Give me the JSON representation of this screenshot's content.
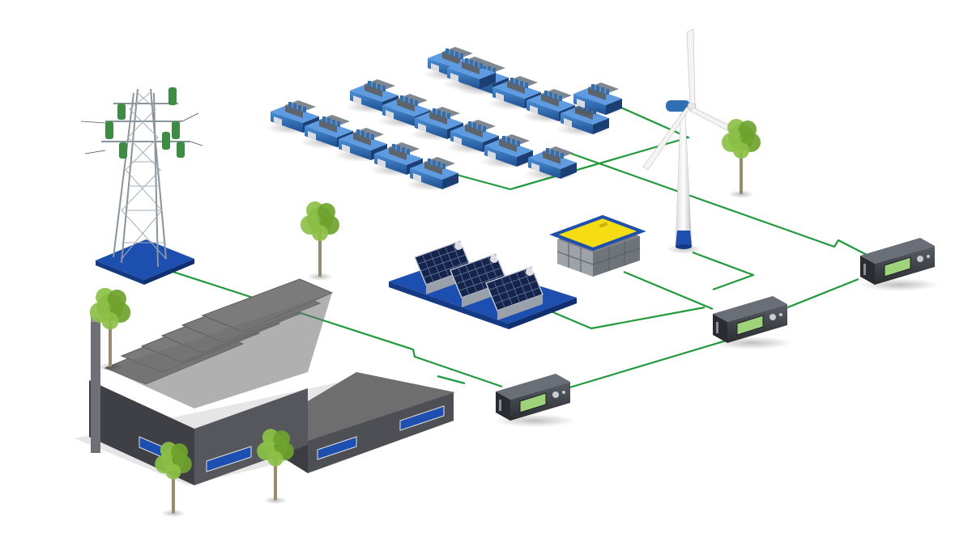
{
  "scene": {
    "kind": "isometric-microgrid-illustration",
    "background": "#ffffff"
  },
  "colors": {
    "connection_line": "#1f9a3a",
    "tile_blue": "#1d4fb0",
    "gen_blue": "#2f6fb6",
    "gen_dark": "#1b3f73",
    "controller_dark": "#3a3d44",
    "display_green": "#9fd37a",
    "factory_roof": "#7b7b7b",
    "factory_wall": "#4d4f55",
    "battery_top": "#f6dc12",
    "solar_cell": "#15244a",
    "tree_leaf": "#7fb23a",
    "trunk": "#9a8a70"
  },
  "components": {
    "transmission_tower": {
      "icon": "transmission-tower-icon"
    },
    "generator_array": {
      "icon": "engine-generator-icon",
      "count": 18
    },
    "wind_turbine": {
      "icon": "wind-turbine-icon"
    },
    "solar_array": {
      "icon": "solar-panel-icon",
      "panels": 3
    },
    "battery_storage": {
      "icon": "battery-icon"
    },
    "factory": {
      "icon": "factory-icon"
    },
    "controllers": {
      "icon": "controller-unit-icon",
      "count": 3
    },
    "trees": {
      "icon": "tree-icon",
      "count": 5
    }
  },
  "connections": [
    {
      "from": "transmission-tower",
      "to": "controller-left"
    },
    {
      "from": "factory",
      "to": "controller-left"
    },
    {
      "from": "controller-left",
      "to": "controller-middle"
    },
    {
      "from": "controller-middle",
      "to": "controller-right"
    },
    {
      "from": "solar-array",
      "to": "controller-middle"
    },
    {
      "from": "battery-storage",
      "to": "controller-middle"
    },
    {
      "from": "wind-turbine",
      "to": "controller-middle"
    },
    {
      "from": "generator-array",
      "to": "wind-turbine"
    },
    {
      "from": "generator-array",
      "to": "controller-right"
    }
  ]
}
